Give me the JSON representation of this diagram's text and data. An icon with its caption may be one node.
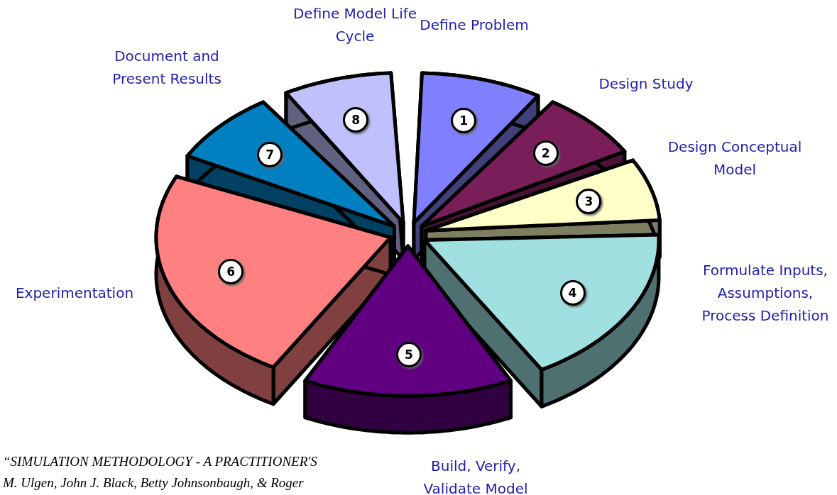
{
  "diagram": {
    "nodes": [
      {
        "text": [
          "1"
        ],
        "beside": [
          "Define Problem"
        ]
      },
      {
        "text": [
          "2"
        ],
        "beside": [
          "Design Study"
        ]
      },
      {
        "text": [
          "3"
        ],
        "beside": [
          "Design Conceptual Model"
        ]
      },
      {
        "text": [
          "4"
        ],
        "beside": [
          "Formulate Inputs, Assumptions, Process Definition"
        ]
      },
      {
        "text": [
          "5"
        ],
        "beside": [
          "Build, Verify, Validate Model"
        ]
      },
      {
        "text": [
          "6"
        ],
        "beside": [
          "Experimentation"
        ]
      },
      {
        "text": [
          "7"
        ],
        "beside": [
          "Document and Present Results"
        ]
      },
      {
        "text": [
          "8"
        ],
        "beside": [
          "Define Model Life Cycle"
        ]
      }
    ],
    "labels": [
      "“SIMULATION METHODOLOGY - A PRACTITIONER'S",
      "M. Ulgen, John J. Black, Betty Johnsonbaugh, & Roger"
    ]
  }
}
